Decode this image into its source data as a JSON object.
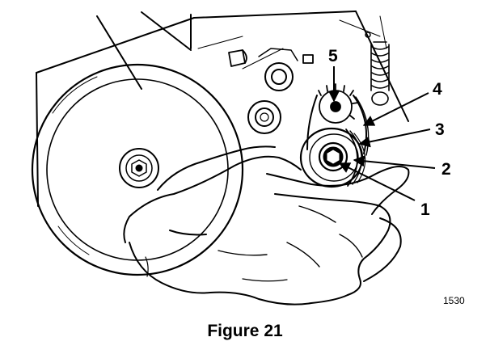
{
  "figure": {
    "callouts": [
      "5",
      "4",
      "3",
      "2",
      "1"
    ],
    "code": "1530",
    "caption": "Figure 21"
  }
}
